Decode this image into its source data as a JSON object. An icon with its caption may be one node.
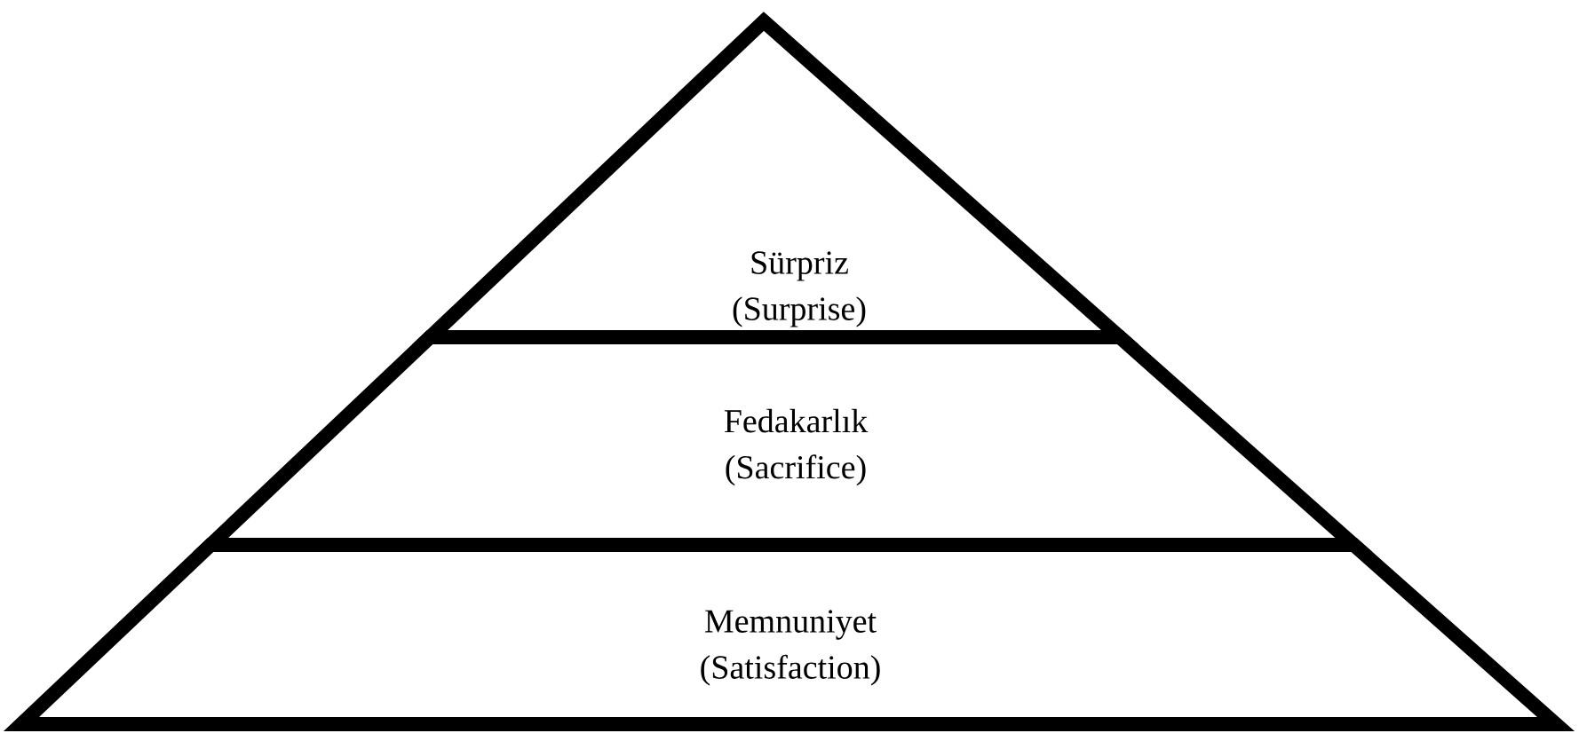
{
  "diagram": {
    "nodes": [
      {
        "text": [
          "Sürpriz",
          "(Surprise)"
        ]
      },
      {
        "text": [
          "Fedakarlık",
          "(Sacrifice)"
        ]
      },
      {
        "text": [
          "Memnuniyet",
          "(Satisfaction)"
        ]
      }
    ]
  }
}
